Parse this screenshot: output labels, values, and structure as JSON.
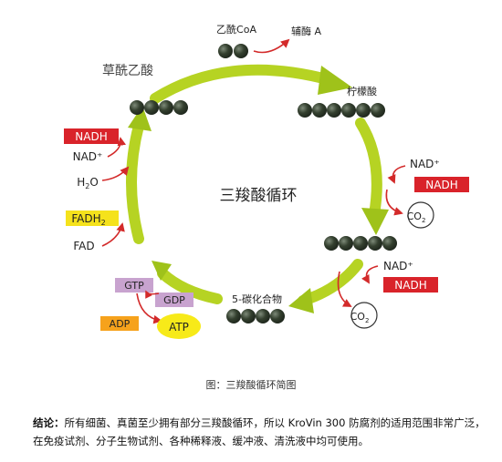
{
  "diagram": {
    "center_title": "三羧酸循环",
    "nodes": {
      "acetyl_coa": "乙酰CoA",
      "coenzyme_a": "辅酶 A",
      "citric_acid": "柠檬酸",
      "oxaloacetate": "草酰乙酸",
      "five_carbon": "5-碳化合物"
    },
    "cofactors": {
      "nad_plus_1": "NAD⁺",
      "nadh_1": "NADH",
      "co2_1_base": "CO",
      "co2_1_sub": "2",
      "nad_plus_2": "NAD⁺",
      "nadh_2": "NADH",
      "co2_2_base": "CO",
      "co2_2_sub": "2",
      "gtp": "GTP",
      "gdp": "GDP",
      "adp": "ADP",
      "atp": "ATP",
      "fad": "FAD",
      "fadh2_base": "FADH",
      "fadh2_sub": "2",
      "h2o_h": "H",
      "h2o_sub": "2",
      "h2o_o": "O",
      "nad_plus_3": "NAD⁺",
      "nadh_3": "NADH"
    },
    "colors": {
      "arrow_green": "#b6d323",
      "bead_dark": "#2f3a2f",
      "nadh_red": "#d9232a",
      "fadh_yellow": "#f5e21c",
      "gtp_purple": "#c8a3cf",
      "adp_orange": "#f6a21c",
      "atp_yellow": "#f7ea19",
      "small_arrow_red": "#d32a2a"
    }
  },
  "caption": "图：三羧酸循环简图",
  "conclusion": {
    "lead": "结论：",
    "text": "所有细菌、真菌至少拥有部分三羧酸循环，所以 KroVin 300 防腐剂的适用范围非常广泛，在免疫试剂、分子生物试剂、各种稀释液、缓冲液、清洗液中均可使用。"
  }
}
